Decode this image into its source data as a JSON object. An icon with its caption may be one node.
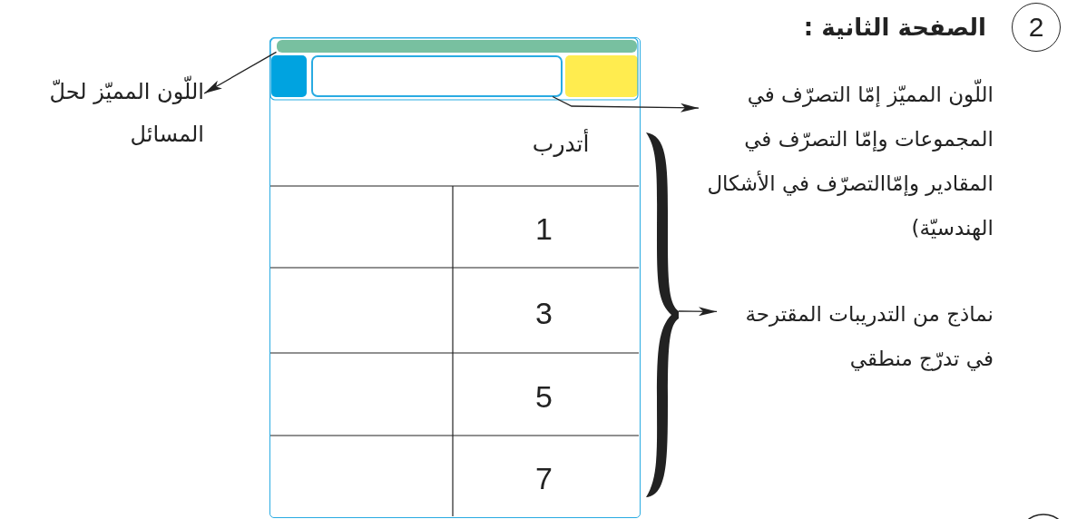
{
  "diagram": {
    "title": "الصفحة الثانية :",
    "nodes": [
      {
        "text": [],
        "shape": "box"
      },
      {
        "text": [],
        "shape": "bar",
        "in": 0
      },
      {
        "text": [],
        "shape": "box",
        "in": 0
      },
      {
        "text": [],
        "shape": "box",
        "in": 0
      },
      {
        "text": [],
        "shape": "box",
        "in": 0
      },
      {
        "text": [
          "أتدرب"
        ],
        "in": 0
      },
      {
        "text": [
          "1"
        ],
        "in": 0
      },
      {
        "text": [
          "3"
        ],
        "in": 0
      },
      {
        "text": [
          "5"
        ],
        "in": 0
      },
      {
        "text": [
          "7"
        ],
        "in": 0
      },
      {
        "text": [
          "اللّون المميّز لحلّ المسائل"
        ]
      },
      {
        "text": [
          "اللّون المميّز إمّا التصرّف في المجموعات وإمّا التصرّف في المقادير وإمّاالتصرّف في الأشكال الهندسيّة)"
        ]
      },
      {
        "text": [
          "نماذج من التدريبات المقترحة في تدرّج منطقي"
        ]
      },
      {
        "text": [],
        "shape": "brace"
      }
    ],
    "edges": [
      {
        "from": 1,
        "to": 10,
        "arrow": "to"
      },
      {
        "from": 3,
        "to": 11,
        "arrow": "to"
      },
      {
        "from": 13,
        "to": 12,
        "arrow": "to"
      }
    ],
    "labels": [
      "2"
    ]
  }
}
